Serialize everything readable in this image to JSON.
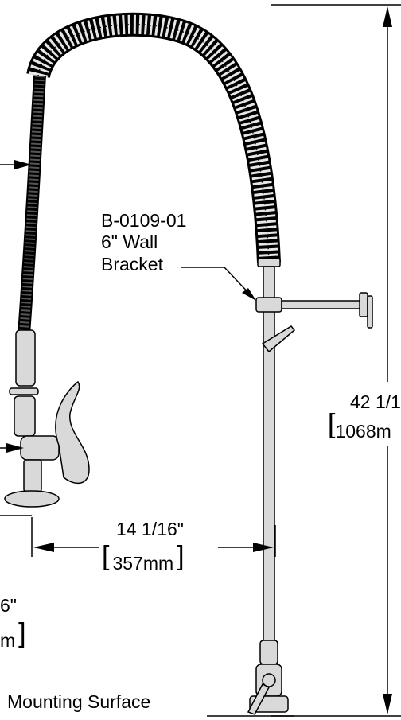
{
  "callouts": {
    "bracket_part": "B-0109-01",
    "bracket_size": "6\" Wall",
    "bracket_name": "Bracket"
  },
  "dimensions": {
    "height_imperial": "42 1/1",
    "height_metric": "1068m",
    "reach_imperial": "14 1/16\"",
    "reach_metric": "357mm",
    "left_imperial": "6\"",
    "left_metric": "m"
  },
  "labels": {
    "mounting_surface": "Mounting Surface"
  },
  "colors": {
    "ink": "#000000",
    "pipe_fill": "#d9d9d9",
    "hose_fill": "#3a3a3a"
  }
}
